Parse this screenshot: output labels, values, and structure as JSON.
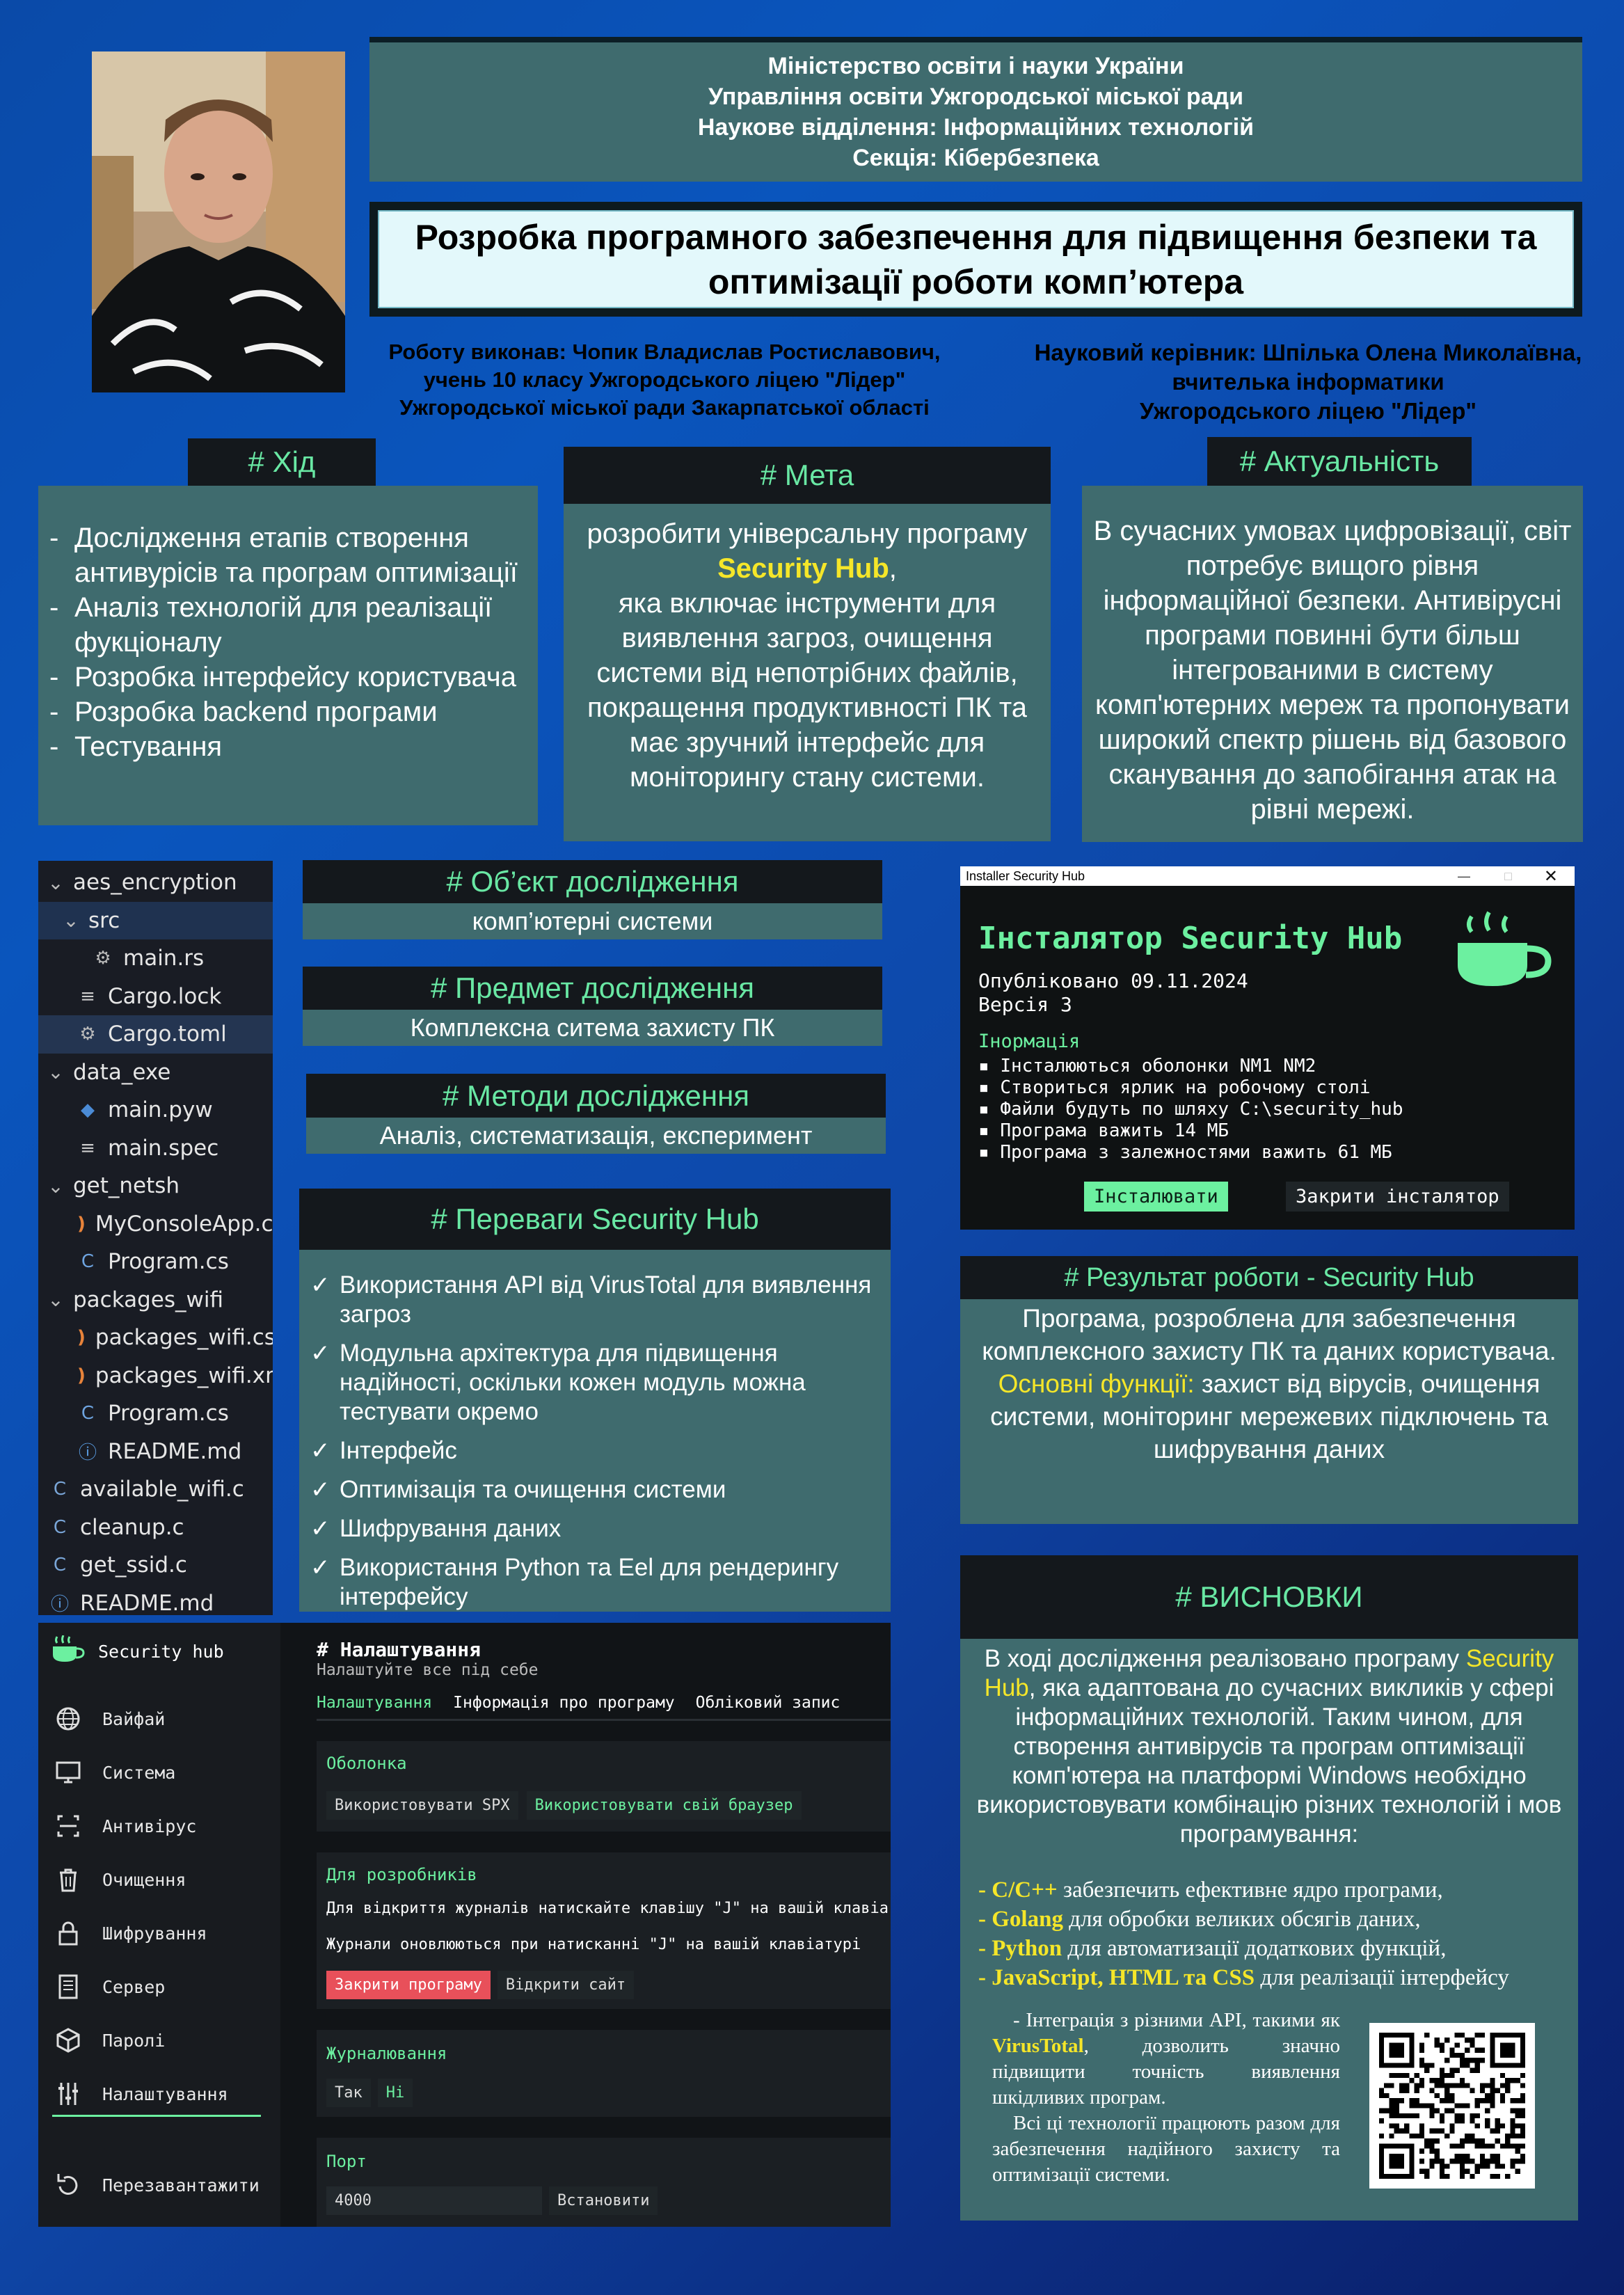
{
  "header": {
    "institution": [
      "Міністерство освіти і науки України",
      "Управління освіти Ужгородської міської ради",
      "Наукове відділення: Інформаційних технологій",
      "Секція: Кібербезпека"
    ],
    "title_line1": "Розробка програмного забезпечення для підвищення безпеки та",
    "title_line2": "оптимізації роботи комп’ютера",
    "author": [
      "Роботу виконав: Чопик Владислав Ростиславович,",
      "учень 10 класу Ужгородського ліцею \"Лідер\"",
      "Ужгородської міської ради Закарпатської області"
    ],
    "supervisor": [
      "Науковий керівник: Шпілька Олена Миколаївна,",
      "вчителька інформатики",
      "Ужгородського ліцею \"Лідер\""
    ]
  },
  "hid": {
    "title": "# Хід",
    "items": [
      "Дослідження етапів створення антивурісів та програм оптимізації",
      "Аналіз технологій для реалізації фукціоналу",
      "Розробка інтерфейсу користувача",
      "Розробка backend програми",
      "Тестування"
    ]
  },
  "meta": {
    "title": "# Мета",
    "line1": "розробити універсальну програму",
    "highlight": "Security Hub",
    "comma": ",",
    "body": "яка включає інструменти для виявлення загроз, очищення системи від непотрібних файлів, покращення продуктивності ПК та має зручний інтерфейс для моніторингу стану системи."
  },
  "actual": {
    "title": "# Актуальність",
    "body": "В сучасних умовах цифровізації, світ потребує вищого рівня інформаційної безпеки. Антивірусні програми повинні бути більш інтегрованими в систему комп'ютерних мереж та пропонувати широкий спектр рішень від базового сканування  до запобігання атак на рівні мережі."
  },
  "file_tree": [
    {
      "label": "aes_encryption",
      "kind": "folder",
      "depth": 0,
      "icon": "chevron-down"
    },
    {
      "label": "src",
      "kind": "folder",
      "depth": 1,
      "icon": "chevron-down"
    },
    {
      "label": "main.rs",
      "kind": "file",
      "depth": 2,
      "icon": "rust-icon"
    },
    {
      "label": "Cargo.lock",
      "kind": "file",
      "depth": 1,
      "icon": "lines-icon"
    },
    {
      "label": "Cargo.toml",
      "kind": "file",
      "depth": 1,
      "icon": "gear-icon"
    },
    {
      "label": "data_exe",
      "kind": "folder",
      "depth": 0,
      "icon": "chevron-down"
    },
    {
      "label": "main.pyw",
      "kind": "file",
      "depth": 1,
      "icon": "python-icon"
    },
    {
      "label": "main.spec",
      "kind": "file",
      "depth": 1,
      "icon": "lines-icon"
    },
    {
      "label": "get_netsh",
      "kind": "folder",
      "depth": 0,
      "icon": "chevron-down"
    },
    {
      "label": "MyConsoleApp.csproj",
      "kind": "file",
      "depth": 1,
      "icon": "rss-icon"
    },
    {
      "label": "Program.cs",
      "kind": "file",
      "depth": 1,
      "icon": "csharp-icon"
    },
    {
      "label": "packages_wifi",
      "kind": "folder",
      "depth": 0,
      "icon": "chevron-down"
    },
    {
      "label": "packages_wifi.csproj",
      "kind": "file",
      "depth": 1,
      "icon": "rss-icon"
    },
    {
      "label": "packages_wifi.xml",
      "kind": "file",
      "depth": 1,
      "icon": "rss-icon"
    },
    {
      "label": "Program.cs",
      "kind": "file",
      "depth": 1,
      "icon": "csharp-icon"
    },
    {
      "label": "README.md",
      "kind": "file",
      "depth": 1,
      "icon": "info-icon"
    },
    {
      "label": "available_wifi.c",
      "kind": "file",
      "depth": 0,
      "icon": "c-icon"
    },
    {
      "label": "cleanup.c",
      "kind": "file",
      "depth": 0,
      "icon": "c-icon"
    },
    {
      "label": "get_ssid.c",
      "kind": "file",
      "depth": 0,
      "icon": "c-icon"
    },
    {
      "label": "README.md",
      "kind": "file",
      "depth": 0,
      "icon": "info-icon"
    }
  ],
  "object": {
    "title": "# Об’єкт дослідження",
    "value": "комп’ютерні системи"
  },
  "subject": {
    "title": "# Предмет дослідження",
    "value": "Комплексна ситема захисту ПК"
  },
  "methods": {
    "title": "# Методи дослідження",
    "value": "Аналіз, систематизація, експеримент"
  },
  "advantages": {
    "title": "# Переваги Security Hub",
    "items": [
      "Використання API від VirusTotal для виявлення загроз",
      "Модульна архітектура для підвищення надійності, оскільки кожен модуль можна тестувати окремо",
      "Інтерфейс",
      "Оптимізація та очищення системи",
      "Шифрування даних",
      "Використання Python та Eel для рендерингу інтерфейсу"
    ]
  },
  "installer": {
    "window_title": "Installer Security Hub",
    "heading": "Інсталятор Security Hub",
    "published": "Опубліковано 09.11.2024",
    "version": "Версія 3",
    "info_label": "Інормація",
    "info_items": [
      "Інсталюються оболонки NM1 NM2",
      "Створиться ярлик на робочому столі",
      "Файли будуть по шляху C:\\security_hub",
      "Програма важить 14 МБ",
      "Програма з залежностями важить 61 МБ"
    ],
    "install_button": "Інсталювати",
    "close_button": "Закрити інсталятор",
    "accent": "#6cf0a0"
  },
  "result": {
    "title": "# Результат роботи - Security Hub",
    "line1": "Програма, розроблена для забезпечення комплексного захисту ПК та даних користувача.",
    "functions_label": "Основні функції:",
    "functions_text": " захист від вірусів, очищення системи, моніторинг мережевих підключень та шифрування даних"
  },
  "app": {
    "brand": "Security hub",
    "nav": [
      {
        "label": "Вайфай",
        "icon": "globe-icon"
      },
      {
        "label": "Система",
        "icon": "monitor-icon"
      },
      {
        "label": "Антивірус",
        "icon": "scanner-icon"
      },
      {
        "label": "Очищення",
        "icon": "trash-icon"
      },
      {
        "label": "Шифрування",
        "icon": "lock-icon"
      },
      {
        "label": "Сервер",
        "icon": "server-icon"
      },
      {
        "label": "Паролі",
        "icon": "cube-icon"
      },
      {
        "label": "Налаштування",
        "icon": "sliders-icon"
      }
    ],
    "reload": "Перезавантажити",
    "page_title": "# Налаштування",
    "page_subtitle": "Налаштуйте все під себе",
    "tabs": [
      "Налаштування",
      "Інформація про програму",
      "Обліковий запис"
    ],
    "shell": {
      "label": "Оболонка",
      "btn1": "Використовувати SPX",
      "btn2": "Використовувати свій браузер"
    },
    "dev": {
      "label": "Для розробників",
      "line1": "Для відкриття журналів натискайте клавішу \"J\" на вашій клавіа",
      "line2": "Журнали оновлюються при натисканні \"J\" на вашій клавіатурі",
      "close_btn": "Закрити програму",
      "open_btn": "Відкрити сайт"
    },
    "log": {
      "label": "Журналювання",
      "yes": "Так",
      "no": "Ні"
    },
    "port": {
      "label": "Порт",
      "value": "4000",
      "set_btn": "Встановити"
    }
  },
  "conclusions": {
    "title": "# ВИСНОВКИ",
    "p1a": "В ході дослідження реалізовано програму",
    "p1_hl": "Security Hub",
    "p1b": ", яка адаптована до сучасних викликів у сфері інформаційних технологій. Таким чином, для створення антивірусів та програм оптимізації комп'ютера на платформі Windows необхідно використовувати комбінацію різних технологій і мов програмування:",
    "langs": [
      {
        "dash": "- ",
        "name": "C/C++",
        "text": " забезпечить ефективне ядро програми,"
      },
      {
        "dash": "- ",
        "name": "Golang",
        "text": " для обробки великих обсягів даних,"
      },
      {
        "dash": "- ",
        "name": "Python",
        "text": " для автоматизації додаткових функцій,"
      },
      {
        "dash": "- ",
        "name": "JavaScript, HTML та CSS",
        "text": " для реалізації інтерфейсу"
      }
    ],
    "p2a": "- Інтеграція з різними API, такими як ",
    "p2_hl": "VirusTotal",
    "p2b": ", дозволить значно підвищити точність виявлення шкідливих програм.",
    "p3": "Всі ці технології працюють разом для забезпечення надійного захисту та оптимізації системи."
  },
  "colors": {
    "header_green": "#69e8a4",
    "yellow": "#f5e629",
    "teal": "#3f6b6e",
    "dark": "#14181c"
  }
}
